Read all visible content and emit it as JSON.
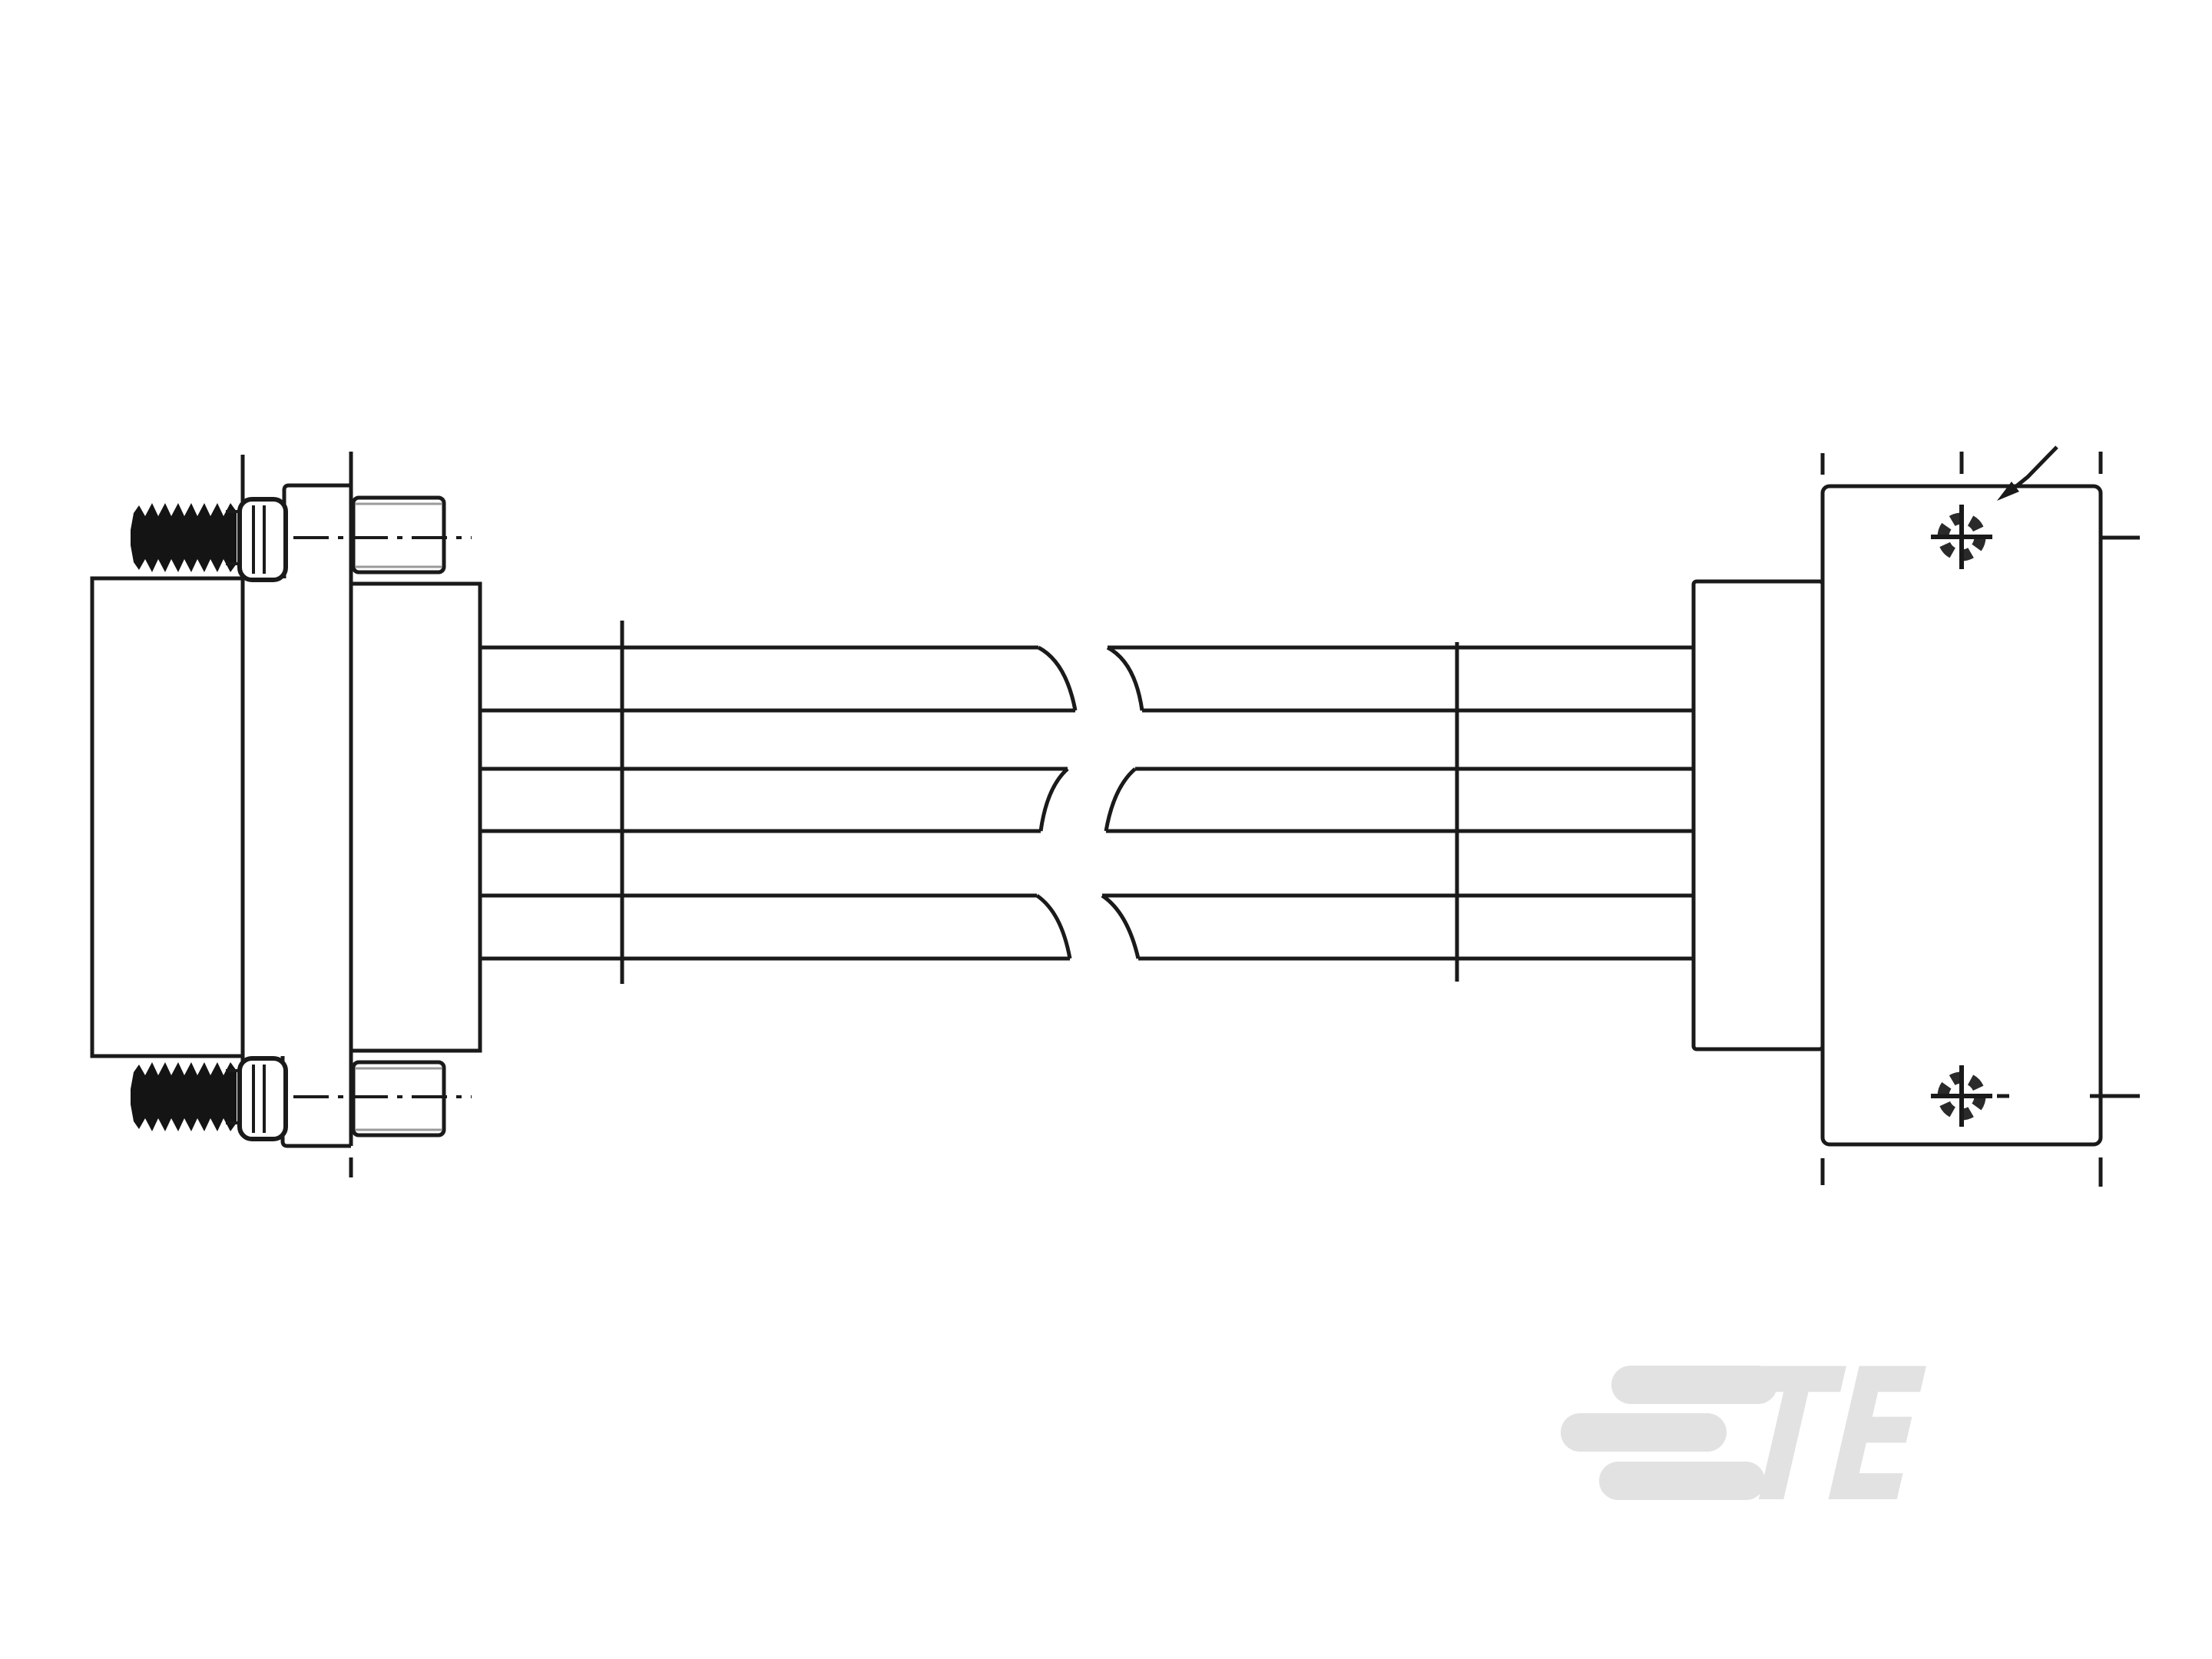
{
  "page": {
    "background_color": "#ffffff",
    "content_type": "engineering-line-drawing",
    "subject": "cable assembly with plug connector, flat cable with break symbols, and panel receptacle"
  },
  "drawing": {
    "line_color": "#1a1a1a",
    "accent_gray": "#9a9a9a",
    "left_connector": {
      "jackscrew_count": 2,
      "has_thread_symbols": true,
      "has_centerlines": true
    },
    "cable": {
      "conductor_strips": 3,
      "edge_line_count": 6,
      "break_symbol_count": 3,
      "tick_count": 2
    },
    "right_connector": {
      "screwlock_count": 2,
      "has_leader_arrow": true,
      "has_centerlines": true
    }
  },
  "logo": {
    "text": "TE",
    "color": "#e2e2e2"
  }
}
